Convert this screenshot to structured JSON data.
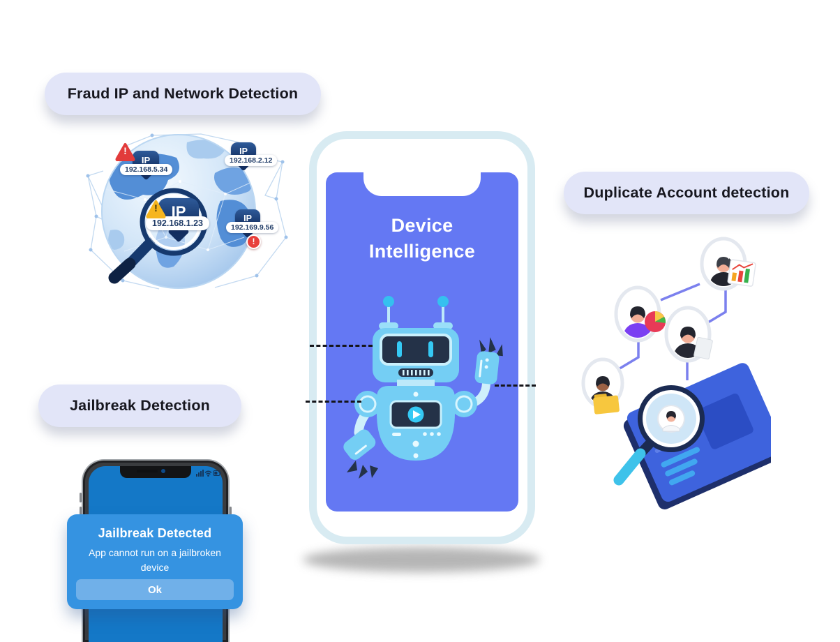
{
  "feature_labels": {
    "fraud_ip": "Fraud IP and Network Detection",
    "duplicate_account": "Duplicate Account detection",
    "jailbreak": "Jailbreak Detection"
  },
  "device_phone": {
    "title_line1": "Device",
    "title_line2": "Intelligence"
  },
  "globe_pins": {
    "pin_label": "IP",
    "warning_glyph": "!",
    "pins": [
      {
        "ip": "192.168.5.34",
        "warning": "red-triangle"
      },
      {
        "ip": "192.168.2.12",
        "warning": "none"
      },
      {
        "ip": "192.168.1.23",
        "warning": "yellow-triangle-magnified"
      },
      {
        "ip": "192.169.9.56",
        "warning": "red-circle"
      }
    ]
  },
  "jailbreak_alert": {
    "title": "Jailbreak Detected",
    "message": "App cannot run on a jailbroken device",
    "ok_button": "Ok"
  },
  "icons": [
    "warning-triangle-icon",
    "warning-circle-icon",
    "magnifier-icon",
    "signal-icon",
    "wifi-icon",
    "battery-icon",
    "play-icon",
    "robot-illustration",
    "globe-illustration"
  ],
  "colors": {
    "label_pill_bg": "#E2E5F8",
    "label_text": "#17171F",
    "device_screen_purple": "#6478F3",
    "phone_edge_blue": "#D8EBF2",
    "pin_navy": "#132F61",
    "warning_red": "#E23B3B",
    "warning_yellow": "#F6B51E",
    "jailbreak_screen_blue": "#1478C7",
    "alert_blue": "#3593E1",
    "alert_button_blue": "#70B0E9",
    "robot_body_blue": "#74CEF4",
    "connector_purple": "#7B80EE"
  }
}
